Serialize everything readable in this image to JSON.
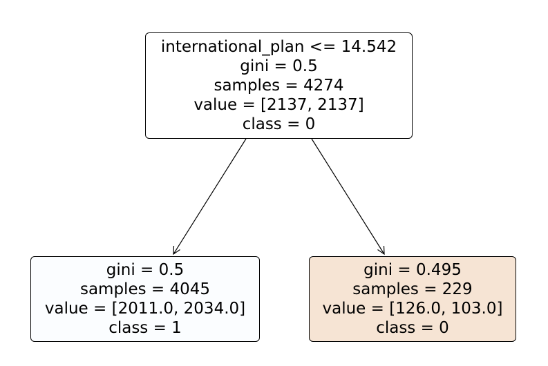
{
  "tree": {
    "root": {
      "split": "international_plan <= 14.542",
      "gini": "gini = 0.5",
      "samples": "samples = 4274",
      "value": "value = [2137, 2137]",
      "class": "class = 0",
      "fill": "#ffffff"
    },
    "left": {
      "gini": "gini = 0.5",
      "samples": "samples = 4045",
      "value": "value = [2011.0, 2034.0]",
      "class": "class = 1",
      "fill": "#fbfdff"
    },
    "right": {
      "gini": "gini = 0.495",
      "samples": "samples = 229",
      "value": "value = [126.0, 103.0]",
      "class": "class = 0",
      "fill": "#f6e4d4"
    }
  }
}
